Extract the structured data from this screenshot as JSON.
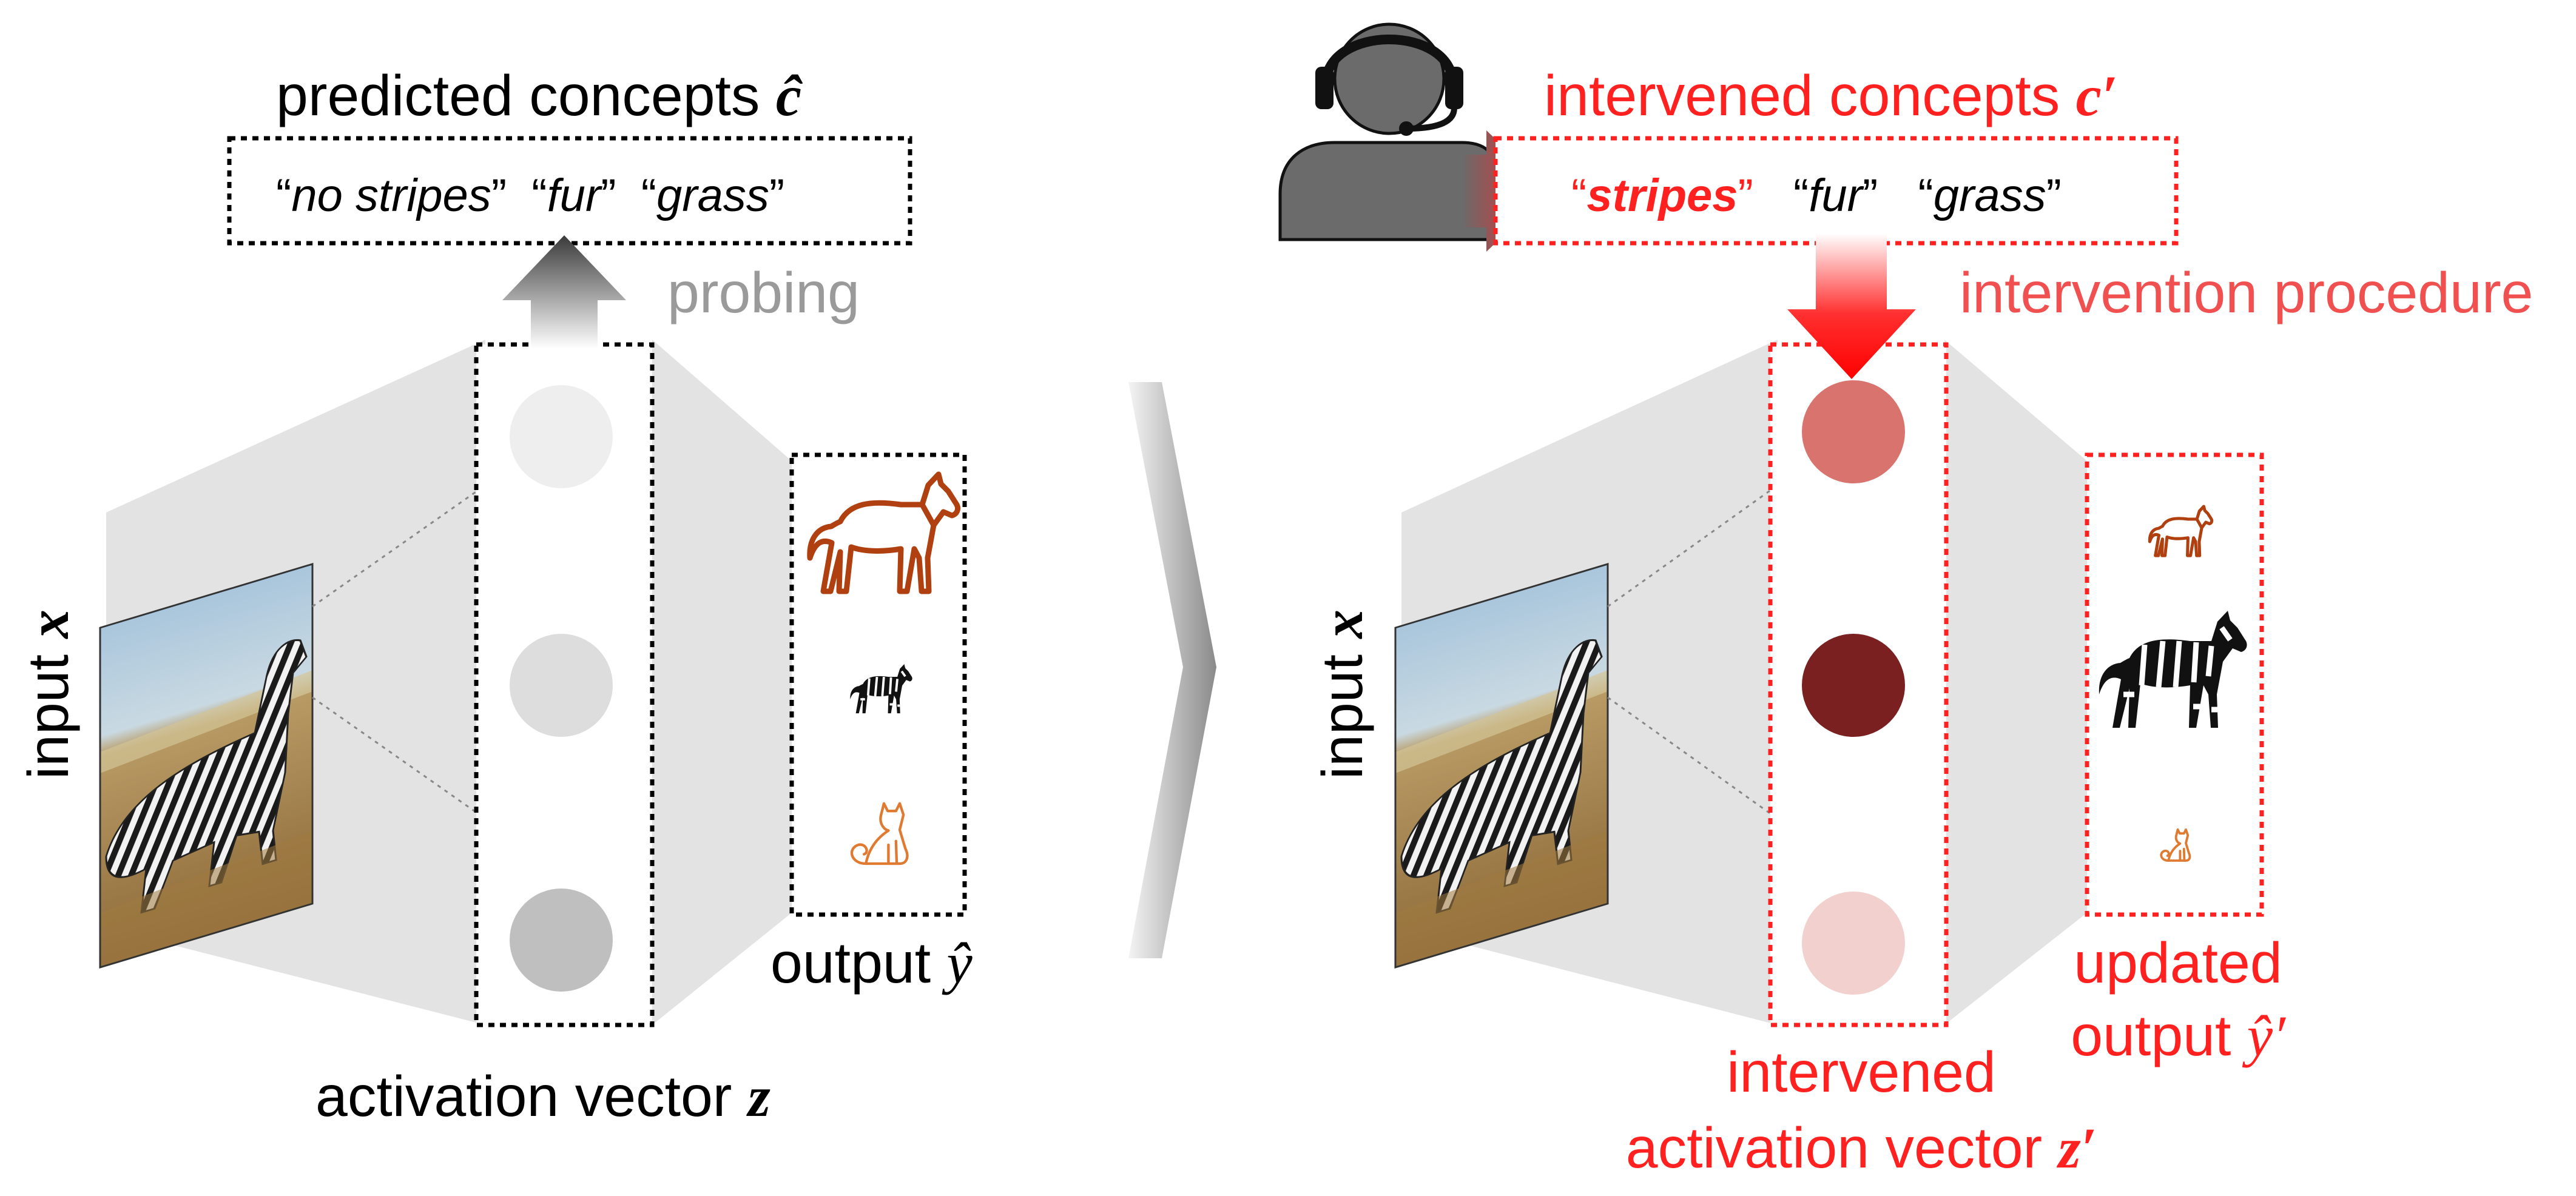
{
  "colors": {
    "red": "#ff0000",
    "red_light": "#f05050",
    "gray_text": "#9a9a9a",
    "dark": "#000000",
    "human": "#6b6b6b",
    "brown": "#b04010",
    "orange": "#e07a30",
    "neuron_dark_red": "#7a2020",
    "neuron_mid_red": "#d9736e",
    "neuron_light_red": "#f2d0ce"
  },
  "icons": [
    "human-icon",
    "horse-icon",
    "zebra-icon",
    "cat-icon",
    "zebra-photo"
  ],
  "left": {
    "predicted_label": "predicted concepts ",
    "predicted_symbol": "ĉ",
    "concept_1": "no stripes",
    "concept_2": "fur",
    "concept_3": "grass",
    "probing_label": "probing",
    "input_label": "input ",
    "input_symbol": "x",
    "output_label": "output ",
    "output_symbol": "ŷ",
    "activation_label": "activation vector ",
    "activation_symbol": "z"
  },
  "right": {
    "intervened_label": "intervened concepts ",
    "intervened_symbol": "c′",
    "concept_1": "stripes",
    "concept_2": "fur",
    "concept_3": "grass",
    "procedure_label": "intervention procedure",
    "input_label": "input ",
    "input_symbol": "x",
    "updated_line1": "updated",
    "updated_line2": "output ",
    "updated_symbol": "ŷ′",
    "intervened_act_line1": "intervened",
    "intervened_act_line2": "activation vector ",
    "intervened_act_symbol": "z′"
  },
  "quote_open": "“",
  "quote_close": "”"
}
